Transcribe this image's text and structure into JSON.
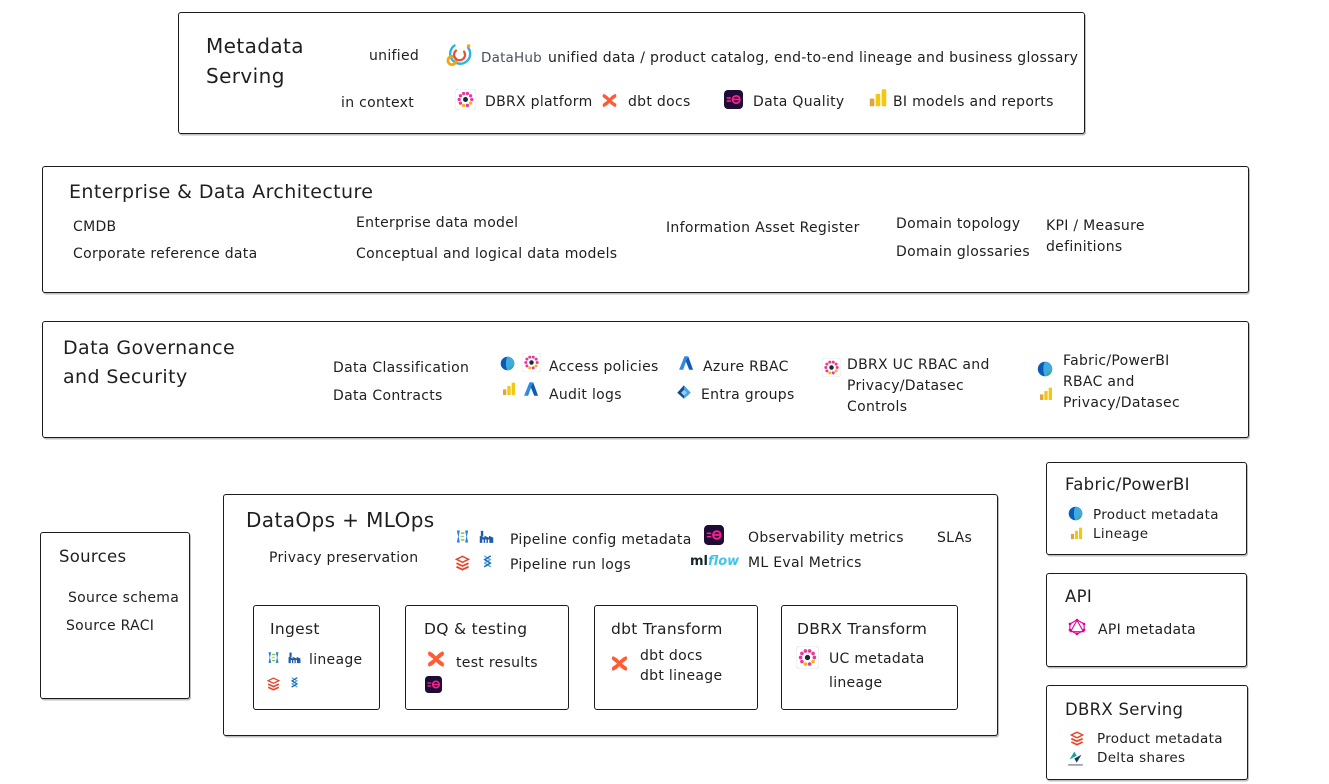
{
  "metadata_serving": {
    "title": "Metadata Serving",
    "unified_label": "unified",
    "in_context_label": "in context",
    "datahub_label": "DataHub",
    "catalog_text": "unified data / product catalog, end-to-end lineage and business glossary",
    "dbrx_platform": "DBRX platform",
    "dbt_docs": "dbt docs",
    "data_quality": "Data Quality",
    "bi_models": "BI models and reports"
  },
  "enterprise": {
    "title": "Enterprise & Data Architecture",
    "cmdb": "CMDB",
    "corporate_reference_data": "Corporate reference data",
    "enterprise_data_model": "Enterprise data model",
    "conceptual_logical_models": "Conceptual and logical data models",
    "information_asset_register": "Information Asset Register",
    "domain_topology": "Domain topology",
    "domain_glossaries": "Domain glossaries",
    "kpi_measure_definitions": "KPI / Measure definitions"
  },
  "governance": {
    "title": "Data Governance and Security",
    "data_classification": "Data Classification",
    "data_contracts": "Data Contracts",
    "access_policies": "Access policies",
    "audit_logs": "Audit logs",
    "azure_rbac": "Azure RBAC",
    "entra_groups": "Entra groups",
    "dbrx_uc_rbac": "DBRX UC RBAC and Privacy/Datasec Controls",
    "fabric_rbac": "Fabric/PowerBI RBAC and Privacy/Datasec"
  },
  "sources": {
    "title": "Sources",
    "source_schema": "Source schema",
    "source_raci": "Source RACI"
  },
  "dataops": {
    "title": "DataOps + MLOps",
    "privacy_preservation": "Privacy preservation",
    "pipeline_config_metadata": "Pipeline config metadata",
    "pipeline_run_logs": "Pipeline run logs",
    "observability_metrics": "Observability metrics",
    "slas": "SLAs",
    "ml_eval_metrics": "ML Eval Metrics",
    "mlflow_ml": "ml",
    "mlflow_flow": "flow",
    "ingest": {
      "title": "Ingest",
      "lineage": "lineage"
    },
    "dq_testing": {
      "title": "DQ & testing",
      "test_results": "test results"
    },
    "dbt_transform": {
      "title": "dbt Transform",
      "dbt_docs": "dbt docs",
      "dbt_lineage": "dbt lineage"
    },
    "dbrx_transform": {
      "title": "DBRX Transform",
      "uc_metadata": "UC metadata",
      "lineage": "lineage"
    }
  },
  "fabric_powerbi": {
    "title": "Fabric/PowerBI",
    "product_metadata": "Product metadata",
    "lineage": "Lineage"
  },
  "api": {
    "title": "API",
    "api_metadata": "API metadata"
  },
  "dbrx_serving": {
    "title": "DBRX Serving",
    "product_metadata": "Product metadata",
    "delta_shares": "Delta shares"
  },
  "icons": [
    "datahub-icon",
    "unity-catalog-icon",
    "dbt-icon",
    "elementary-icon",
    "powerbi-icon",
    "fabric-icon",
    "azure-icon",
    "entra-icon",
    "pipeline-brackets-icon",
    "data-factory-icon",
    "databricks-icon",
    "synapse-helix-icon",
    "mlflow-logo",
    "graphql-icon",
    "delta-sharing-icon"
  ],
  "colors": {
    "ink": "#1f1f1f",
    "dbt_orange": "#ff5c35",
    "databricks_red": "#e8452c",
    "elementary_purple": "#1e0b36",
    "elementary_pink": "#ff1f8f",
    "powerbi_yellow": "#f2c811",
    "azure_blue": "#1b87d4",
    "entra_blue": "#134a8e",
    "fabric_blue": "#0a5bb5",
    "graphql_pink": "#e10098",
    "datahub_blue": "#2bb3e8",
    "mlflow_blue": "#41c4e8"
  }
}
